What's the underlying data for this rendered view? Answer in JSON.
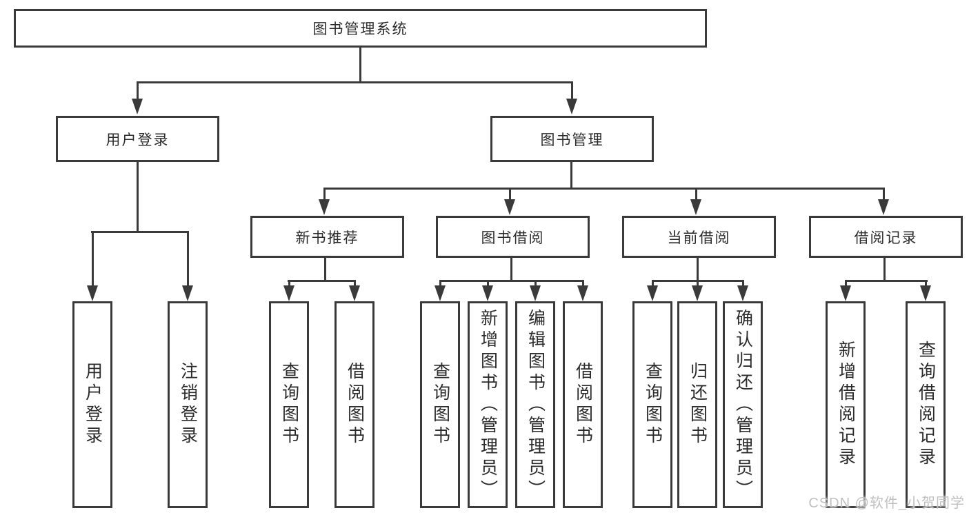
{
  "nodes": {
    "root": "图书管理系统",
    "user_login": "用户登录",
    "book_mgmt": "图书管理",
    "new_book_rec": "新书推荐",
    "book_borrow": "图书借阅",
    "current_borrow": "当前借阅",
    "borrow_records": "借阅记录",
    "login": "用户登录",
    "logout": "注销登录",
    "rec_query_books": "查询图书",
    "rec_borrow_books": "借阅图书",
    "borrow_query_books": "查询图书",
    "borrow_add_books": "新增图书（管理员）",
    "borrow_edit_books": "编辑图书（管理员）",
    "borrow_borrow_books": "借阅图书",
    "current_query_books": "查询图书",
    "current_return_books": "归还图书",
    "current_confirm_return": "确认归还（管理员）",
    "records_add": "新增借阅记录",
    "records_query": "查询借阅记录"
  },
  "watermark": "CSDN @软件_小贺同学",
  "colors": {
    "line": "#3a3a3a",
    "text": "#2b2b2b",
    "watermark": "#c0c0c0",
    "background": "#ffffff"
  }
}
